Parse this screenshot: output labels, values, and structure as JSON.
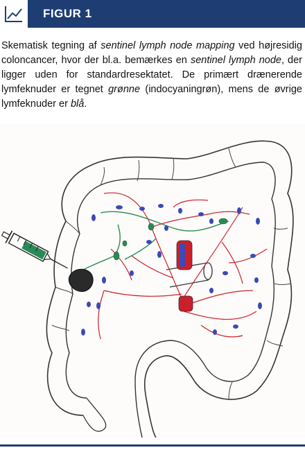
{
  "header": {
    "figure_label": "FIGUR 1",
    "accent": "#1e3e73",
    "icon": "line-chart-icon"
  },
  "caption": {
    "part1": "Skematisk tegning af ",
    "em1": "sentinel lymph node mapping",
    "part2": " ved højresidig coloncancer, hvor der bl.a. bemærkes en ",
    "em2": "sentinel lymph node",
    "part3": ", der ligger uden for standardresektatet. De primært drænerende lymfeknuder er tegnet ",
    "em3": "grønne",
    "part4": " (indocyaningrøn), mens de øvrige lymfeknuder er ",
    "em4": "blå",
    "part5": "."
  },
  "colors": {
    "green": "#2a8a55",
    "blue": "#3b4ab5",
    "red": "#cc1f2b",
    "tumor": "#2a2a2a"
  }
}
